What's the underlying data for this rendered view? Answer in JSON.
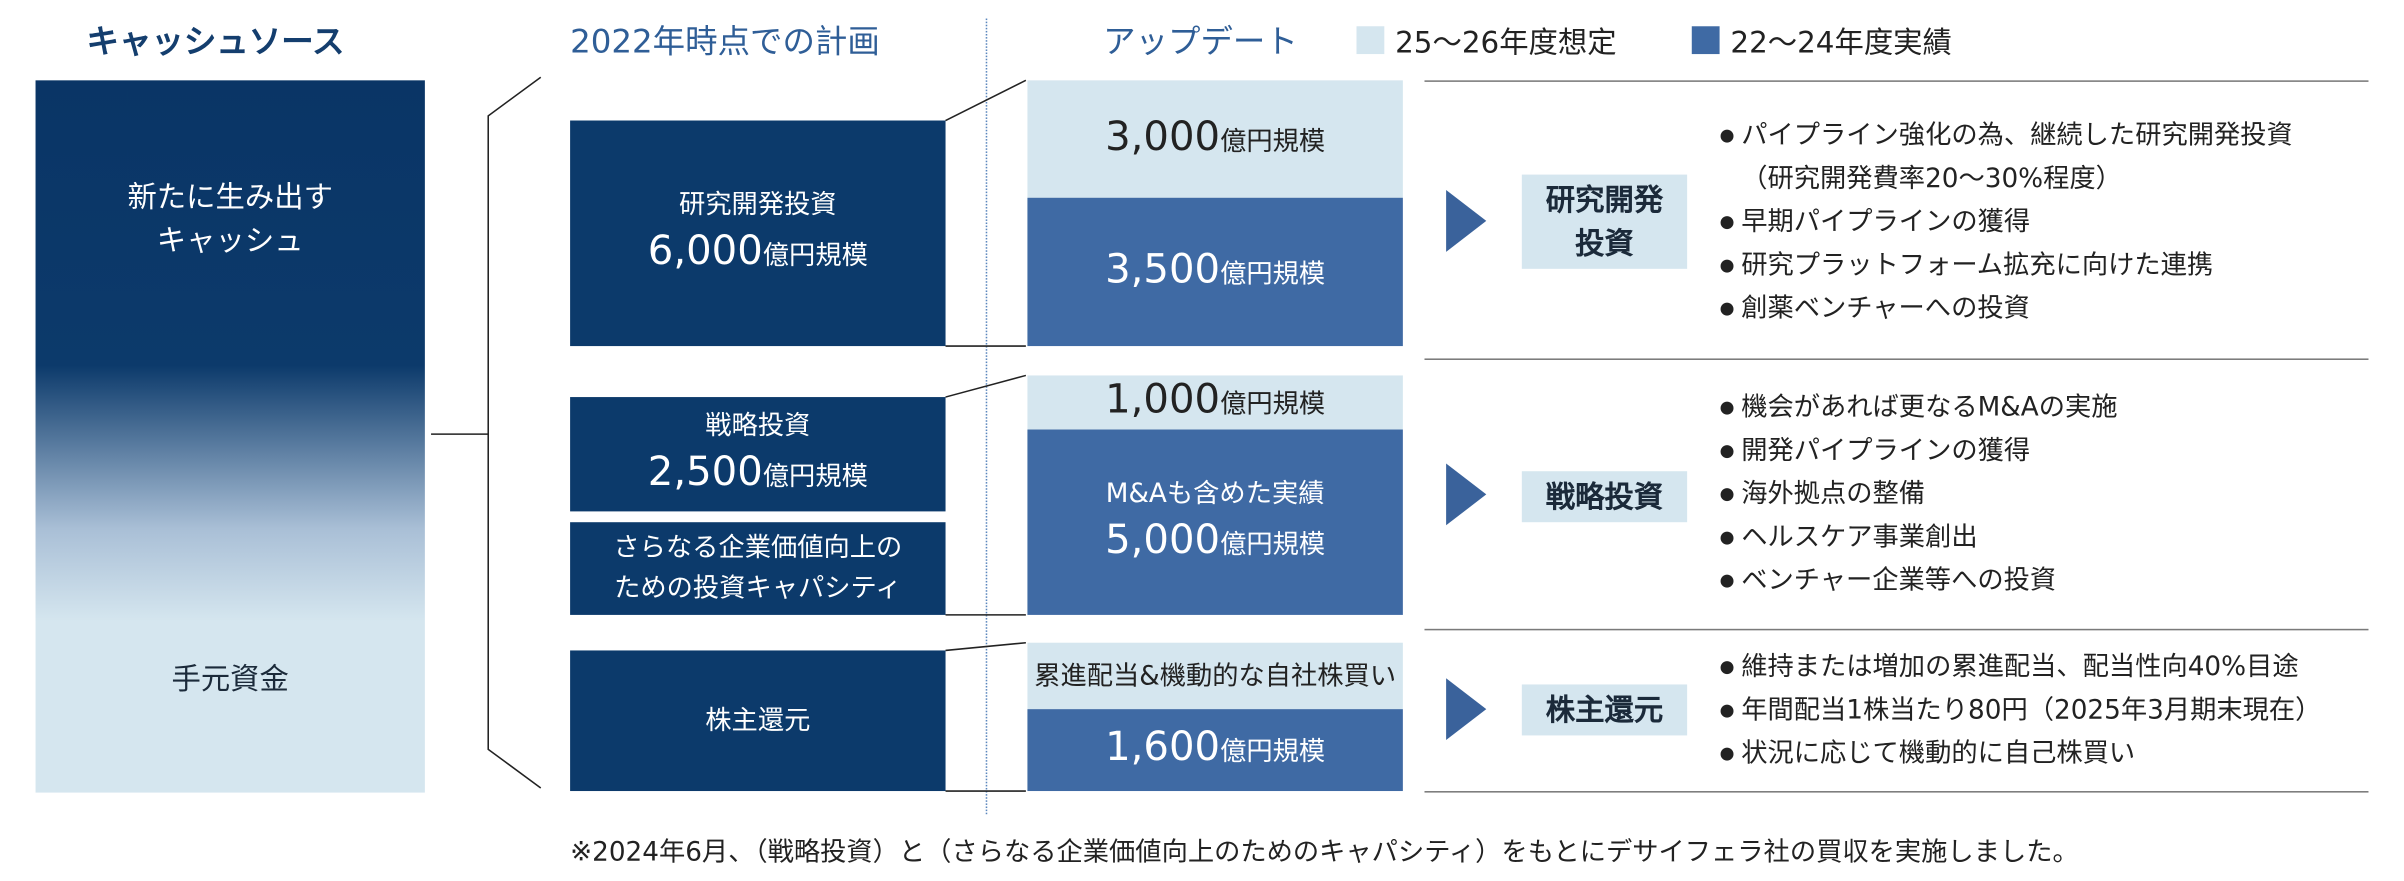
{
  "headers": {
    "cash_source": "キャッシュソース",
    "plan_2022": "2022年時点での計画",
    "update": "アップデート"
  },
  "legend": {
    "forecast": {
      "label": "25～26年度想定",
      "color": "#d5e6ef"
    },
    "actual": {
      "label": "22～24年度実績",
      "color": "#3f6aa4"
    }
  },
  "cash_bar": {
    "new_cash_line1": "新たに生み出す",
    "new_cash_line2": "キャッシュ",
    "on_hand": "手元資金"
  },
  "plan": {
    "rd": {
      "name": "研究開発投資",
      "amount": "6,000",
      "unit": "億円規模"
    },
    "strategic": {
      "name": "戦略投資",
      "amount": "2,500",
      "unit": "億円規模"
    },
    "capacity": {
      "line1": "さらなる企業価値向上の",
      "line2": "ための投資キャパシティ"
    },
    "shareholder": {
      "name": "株主還元"
    }
  },
  "update": {
    "rd_forecast": {
      "amount": "3,000",
      "unit": "億円規模"
    },
    "rd_actual": {
      "amount": "3,500",
      "unit": "億円規模"
    },
    "strategic_forecast": {
      "amount": "1,000",
      "unit": "億円規模"
    },
    "strategic_actual": {
      "note": "M&Aも含めた実績",
      "amount": "5,000",
      "unit": "億円規模"
    },
    "shareholder_forecast": {
      "note": "累進配当&機動的な自社株買い"
    },
    "shareholder_actual": {
      "amount": "1,600",
      "unit": "億円規模"
    }
  },
  "categories": {
    "rd": {
      "tag_line1": "研究開発",
      "tag_line2": "投資",
      "bullets": [
        "パイプライン強化の為、継続した研究開発投資",
        "（研究開発費率20～30%程度）",
        "早期パイプラインの獲得",
        "研究プラットフォーム拡充に向けた連携",
        "創薬ベンチャーへの投資"
      ]
    },
    "strategic": {
      "tag": "戦略投資",
      "bullets": [
        "機会があれば更なるM&Aの実施",
        "開発パイプラインの獲得",
        "海外拠点の整備",
        "ヘルスケア事業創出",
        "ベンチャー企業等への投資"
      ]
    },
    "shareholder": {
      "tag": "株主還元",
      "bullets": [
        "維持または増加の累進配当、配当性向40%目途",
        "年間配当1株当たり80円（2025年3月期末現在）",
        "状況に応じて機動的に自己株買い"
      ]
    }
  },
  "footnote": "※2024年6月、（戦略投資）と（さらなる企業価値向上のためのキャパシティ）をもとにデサイフェラ社の買収を実施しました。"
}
